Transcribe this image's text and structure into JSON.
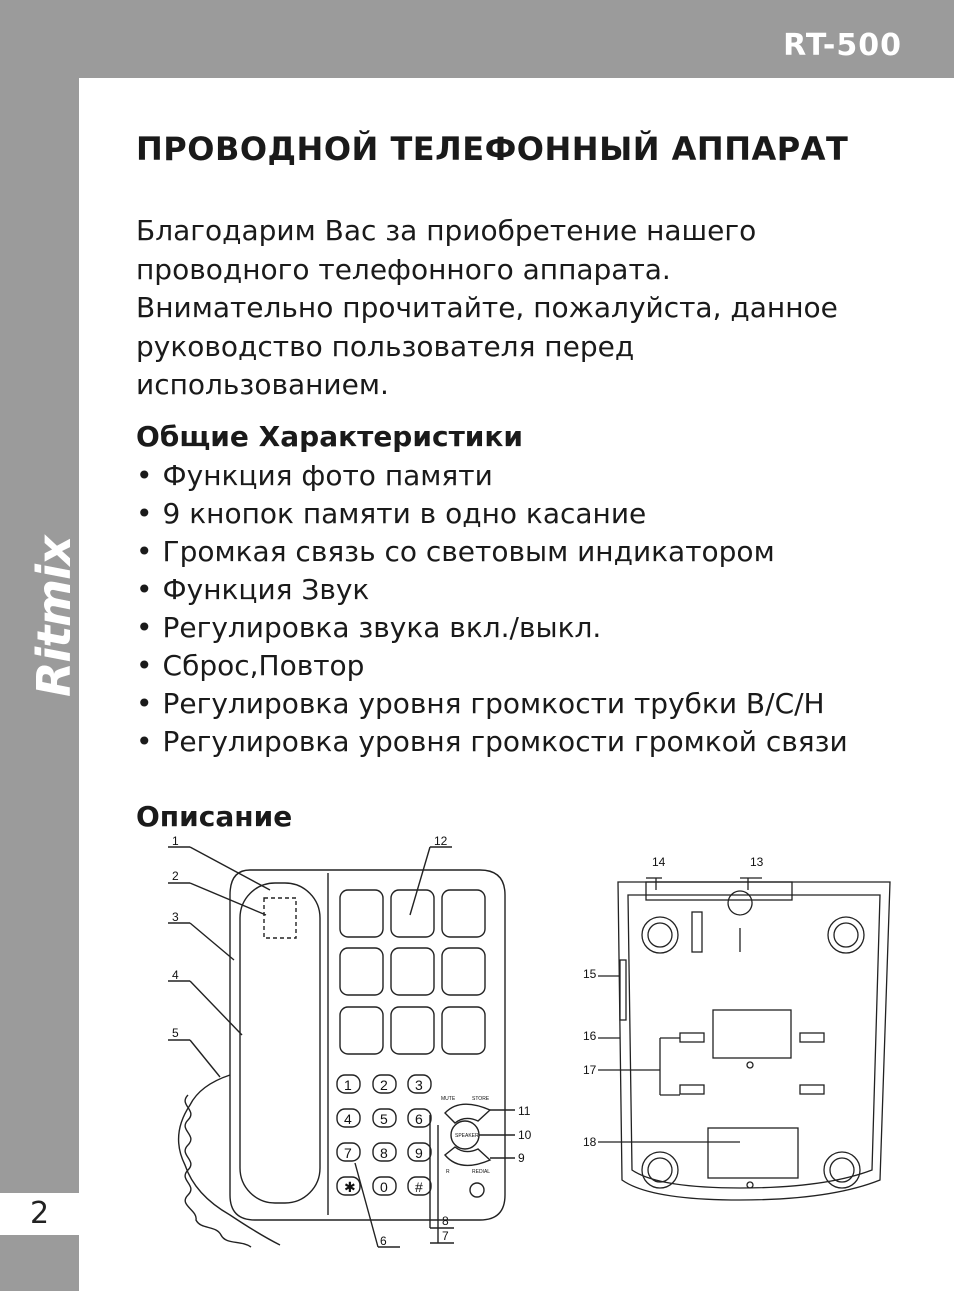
{
  "header": {
    "model": "RT-500",
    "brand": "Ritmix"
  },
  "page_number": "2",
  "title": "ПРОВОДНОЙ ТЕЛЕФОННЫЙ АППАРАТ",
  "intro": "Благодарим Вас за приобретение нашего проводного телефонного аппарата. Внимательно прочитайте, пожалуйста, данное руководство пользователя перед использованием.",
  "features": {
    "heading": "Общие Характеристики",
    "items": [
      "Функция фото памяти",
      "9 кнопок памяти в одно касание",
      "Громкая связь со световым индикатором",
      "Функция Звук",
      "Регулировка звука вкл./выкл.",
      "Сброс,Повтор",
      "Регулировка уровня громкости трубки В/С/Н",
      "Регулировка уровня громкости громкой связи"
    ]
  },
  "description": {
    "heading": "Описание",
    "front_labels": [
      "1",
      "2",
      "3",
      "4",
      "5",
      "6",
      "7",
      "8",
      "9",
      "10",
      "11",
      "12"
    ],
    "back_labels": [
      "13",
      "14",
      "15",
      "16",
      "17",
      "18"
    ],
    "keys": [
      "1",
      "2",
      "3",
      "4",
      "5",
      "6",
      "7",
      "8",
      "9",
      "✱",
      "0",
      "#"
    ],
    "button_texts": [
      "MUTE",
      "STORE",
      "SPEAKER",
      "R",
      "REDIAL"
    ]
  }
}
